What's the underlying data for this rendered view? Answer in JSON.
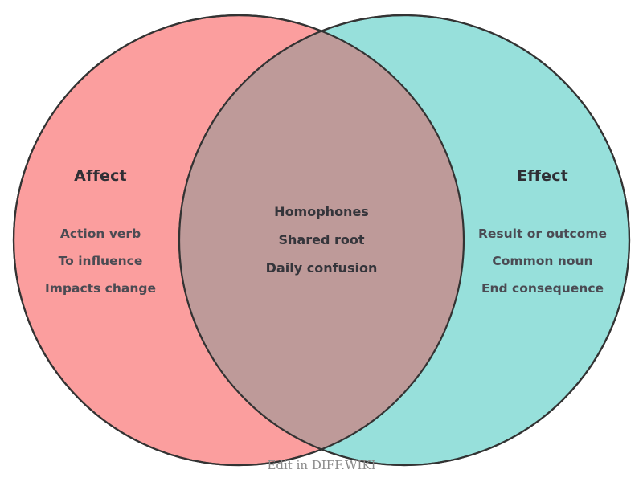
{
  "diagram": {
    "type": "venn-2set",
    "background": "#ffffff",
    "outline_color": "#333333",
    "left_set": {
      "title": "Affect",
      "fill": "#fb9e9e",
      "items": [
        "Action verb",
        "To influence",
        "Impacts change"
      ]
    },
    "right_set": {
      "title": "Effect",
      "fill": "#97e0db",
      "items": [
        "Result or outcome",
        "Common noun",
        "End consequence"
      ]
    },
    "intersection": {
      "fill": "#be9a99",
      "items": [
        "Homophones",
        "Shared root",
        "Daily confusion"
      ]
    }
  },
  "footer": {
    "credit": "Edit in DIFF.WIKI"
  }
}
